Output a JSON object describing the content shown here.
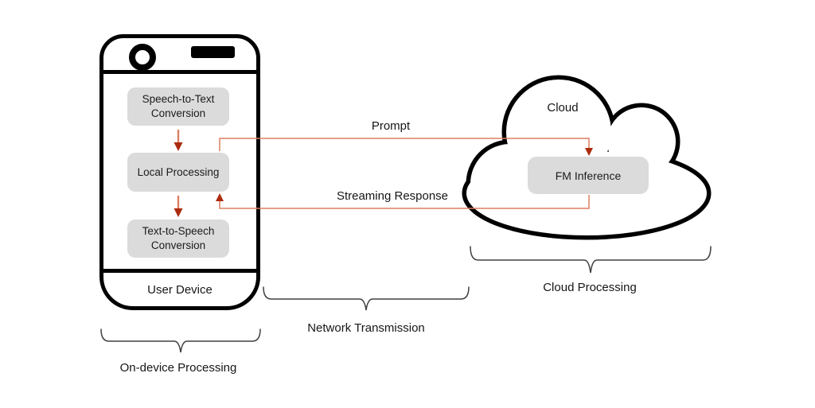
{
  "diagram": {
    "device": {
      "label": "User Device",
      "steps": [
        {
          "label": "Speech-to-Text Conversion"
        },
        {
          "label": "Local Processing"
        },
        {
          "label": "Text-to-Speech Conversion"
        }
      ]
    },
    "cloud": {
      "label": "Cloud",
      "inference_box": {
        "label": "FM Inference"
      }
    },
    "connections": {
      "prompt_label": "Prompt",
      "response_label": "Streaming Response"
    },
    "groups": [
      {
        "label": "On-device Processing"
      },
      {
        "label": "Network Transmission"
      },
      {
        "label": "Cloud Processing"
      }
    ],
    "colors": {
      "connector_line": "#DD7E61",
      "arrowhead": "#AC2A0E",
      "box_fill": "#DBDBDB",
      "outline": "#000000",
      "brace": "#404040"
    }
  }
}
